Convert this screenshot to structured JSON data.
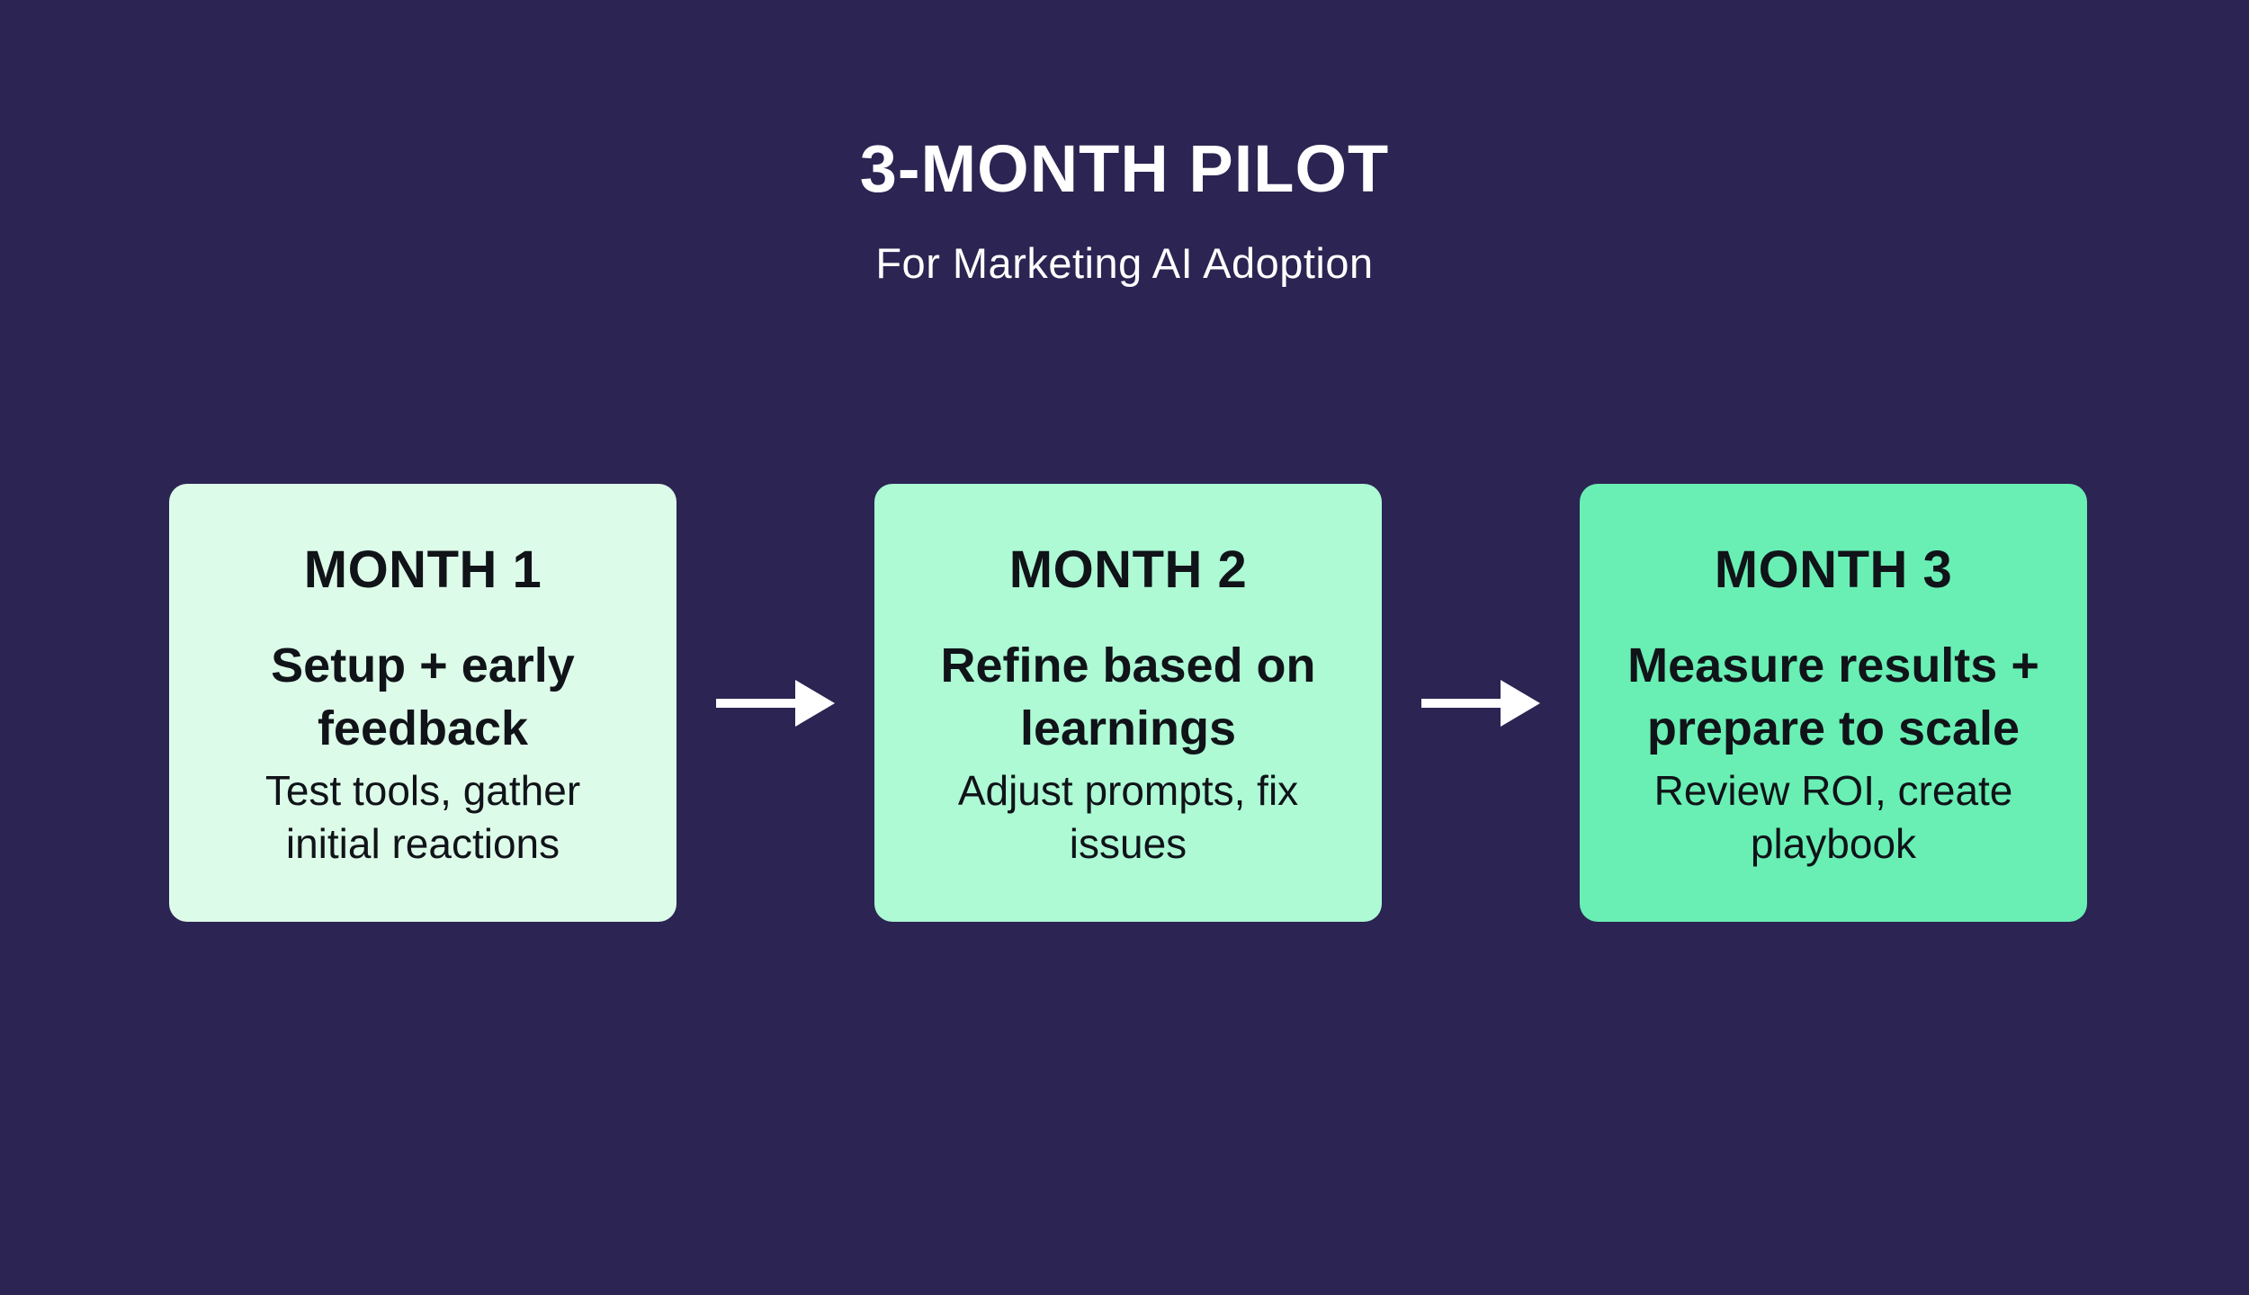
{
  "page": {
    "background_color": "#2C2452",
    "title_text_color": "#FFFFFF",
    "card_text_color": "#101318",
    "arrow_color": "#FFFFFF"
  },
  "header": {
    "title": "3-MONTH PILOT",
    "subtitle": "For Marketing AI Adoption"
  },
  "steps": [
    {
      "label": "MONTH 1",
      "heading": "Setup + early\nfeedback",
      "description": "Test tools, gather\ninitial reactions",
      "card_color": "#DDFBE9"
    },
    {
      "label": "MONTH 2",
      "heading": "Refine based on\nlearnings",
      "description": "Adjust prompts, fix\nissues",
      "card_color": "#ADFAD5"
    },
    {
      "label": "MONTH 3",
      "heading": "Measure results +\nprepare to scale",
      "description": "Review ROI, create\nplaybook",
      "card_color": "#69EFB4"
    }
  ],
  "icons": {
    "flow_arrow": "right-arrow"
  }
}
